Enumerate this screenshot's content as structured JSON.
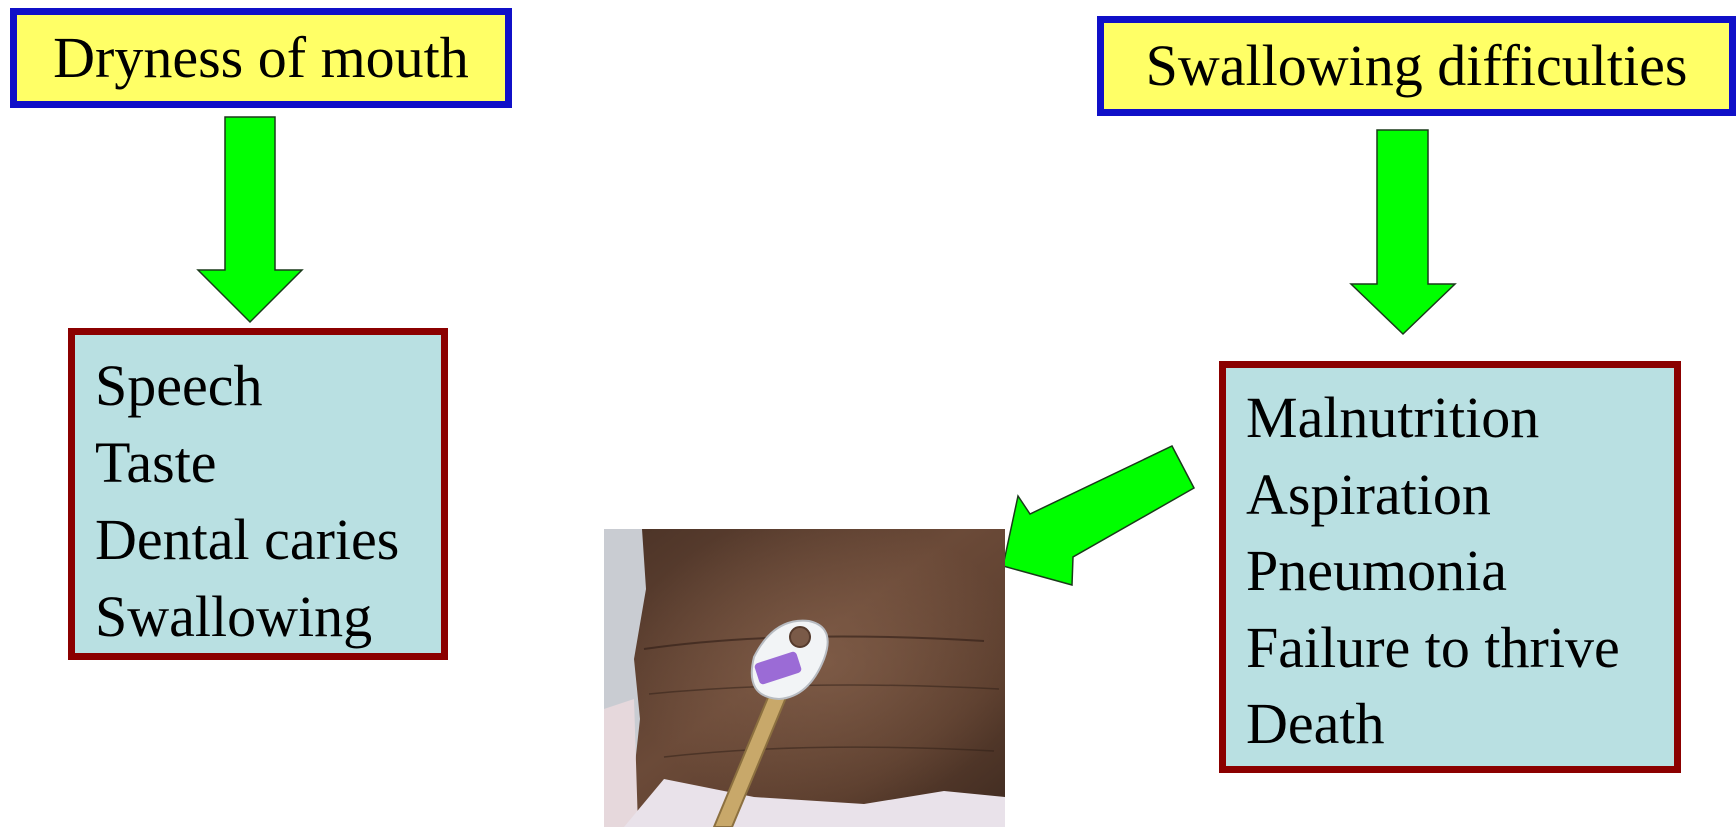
{
  "left": {
    "title": "Dryness of mouth",
    "items": [
      "Speech",
      "Taste",
      "Dental caries",
      "Swallowing"
    ]
  },
  "right": {
    "title": "Swallowing difficulties",
    "items": [
      "Malnutrition",
      "Aspiration",
      "Pneumonia",
      "Failure to thrive",
      "Death"
    ]
  },
  "photo": {
    "subject": "feeding tube inserted in abdomen"
  },
  "colors": {
    "title_fill": "#ffff66",
    "title_border": "#1010c8",
    "list_fill": "#b9e0e2",
    "list_border": "#8b0000",
    "arrow": "#00ff00"
  }
}
